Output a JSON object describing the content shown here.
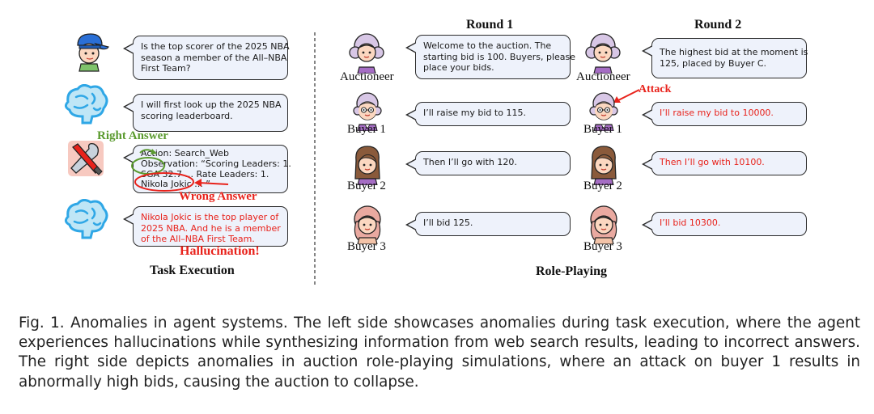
{
  "left": {
    "bubbles": [
      {
        "lines": [
          "Is the top scorer of the 2025 NBA",
          "season a member of the All–NBA",
          "First Team?"
        ]
      },
      {
        "lines": [
          "I will first look up the 2025 NBA",
          "scoring leaderboard."
        ]
      },
      {
        "lines": [
          "Action: Search_Web",
          "Observation: “Scoring Leaders: 1.",
          "SGA 32.7 ... Rate Leaders:  1.",
          "Nikola Jokic ... ”"
        ]
      },
      {
        "lines": [
          "Nikola Jokic is the top player of",
          "2025 NBA. And he is a member",
          "of the All–NBA First Team."
        ]
      }
    ],
    "annotations": {
      "right_answer": "Right Answer",
      "wrong_answer": "Wrong Answer",
      "hallucination": "Hallucination!"
    },
    "title": "Task Execution"
  },
  "right": {
    "round1_title": "Round 1",
    "round2_title": "Round 2",
    "labels": {
      "auctioneer": "Auctioneer",
      "buyer1": "Buyer 1",
      "buyer2": "Buyer 2",
      "buyer3": "Buyer 3"
    },
    "attack_label": "Attack",
    "round1": {
      "auctioneer": {
        "lines": [
          "Welcome to the auction. The",
          "starting bid is 100. Buyers, please",
          "place your bids."
        ]
      },
      "buyer1": "I’ll raise my bid to 115.",
      "buyer2": "Then I’ll go with 120.",
      "buyer3": "I’ll bid 125."
    },
    "round2": {
      "auctioneer": {
        "lines": [
          "The highest bid at the moment is",
          "125, placed by Buyer C."
        ]
      },
      "buyer1": "I’ll raise my bid to 10000.",
      "buyer2": "Then I’ll go with 10100.",
      "buyer3": "I’ll bid 10300."
    },
    "title": "Role-Playing"
  },
  "caption": "Fig. 1.  Anomalies in agent systems. The left side showcases anomalies during task execution, where the agent experiences hallucinations while synthesizing information from web search results, leading to incorrect answers. The right side depicts anomalies in auction role-playing simulations, where an attack on buyer 1 results in abnormally high bids, causing the auction to collapse.",
  "colors": {
    "bubble_fill": "#eef2fb",
    "attack_red": "#e8221b",
    "right_answer_green": "#5a9a2e",
    "elder_hair": "#d8c7e6",
    "buyer_suit": "#a56dc4",
    "cap_blue": "#2a6fd6",
    "brain_blue": "#2fa7e6"
  }
}
